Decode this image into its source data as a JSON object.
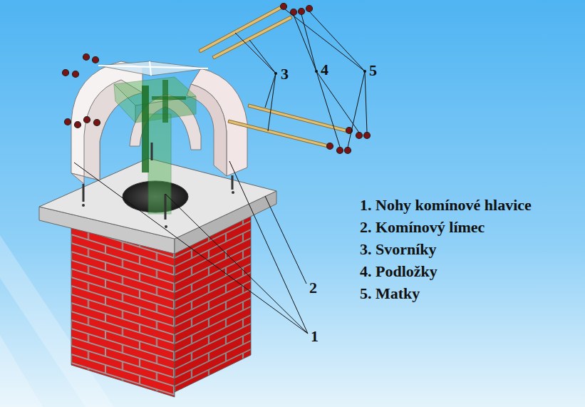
{
  "diagram": {
    "labels": [
      "1. Nohy komínové hlavice",
      "2. Komínový límec",
      "3. Svorníky",
      "4. Podložky",
      "5. Matky",
      "3",
      "4",
      "5",
      "2",
      "1"
    ]
  }
}
